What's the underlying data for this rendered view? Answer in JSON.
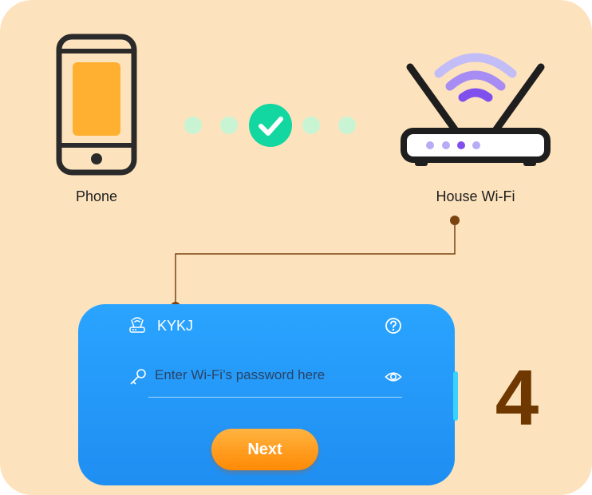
{
  "devices": {
    "phone_label": "Phone",
    "router_label": "House Wi-Fi"
  },
  "connection": {
    "status": "connected",
    "check_icon": "check-icon"
  },
  "wifi_form": {
    "ssid": "KYKJ",
    "password_value": "",
    "password_placeholder": "Enter Wi-Fi’s password here",
    "next_label": "Next",
    "icons": [
      "router-icon",
      "key-icon",
      "help-icon",
      "eye-icon"
    ]
  },
  "step": {
    "number": "4"
  },
  "colors": {
    "background": "#fde3bd",
    "panel": "#2196f3",
    "button": "#ff9a1a",
    "check": "#12d7a0",
    "step_number": "#6e3800",
    "wifi_waves": "#8f6bf5"
  }
}
